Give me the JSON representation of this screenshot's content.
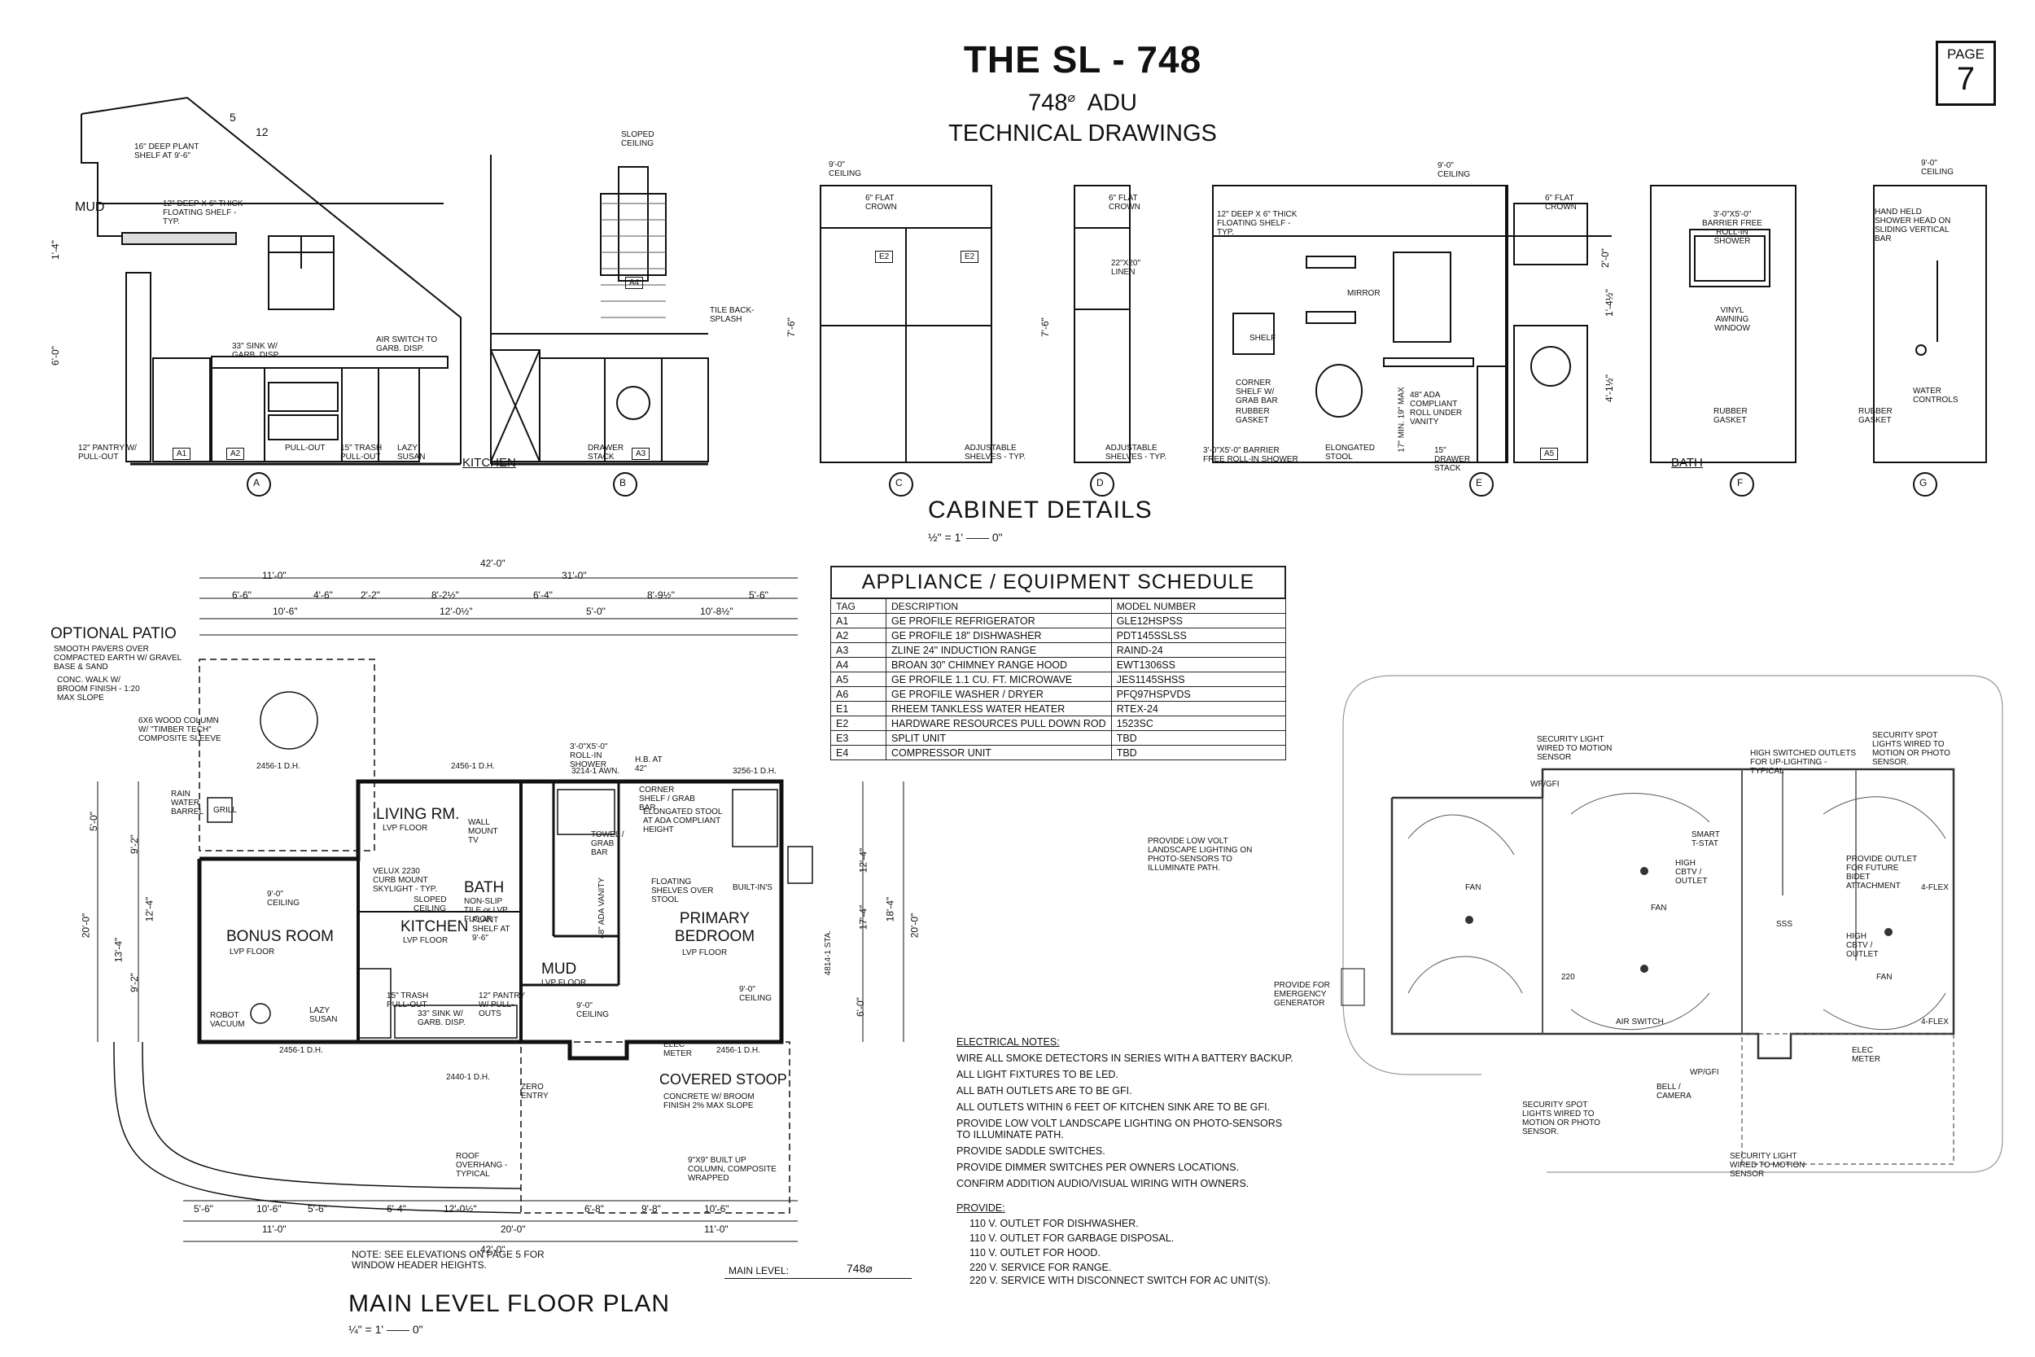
{
  "header": {
    "title": "THE SL - 748",
    "size": "748",
    "unit_symbol": "⌀",
    "size_suffix": "ADU",
    "subtitle": "TECHNICAL DRAWINGS",
    "page_label": "PAGE",
    "page_number": "7"
  },
  "cabinet": {
    "title": "CABINET DETAILS",
    "scale": "½\" = 1' —— 0\"",
    "elevations": [
      "A",
      "B",
      "C",
      "D",
      "E",
      "F",
      "G"
    ],
    "labels": {
      "mud": "MUD",
      "kitchen": "KITCHEN",
      "bath": "BATH",
      "roof_pitch_run": "12",
      "roof_pitch_rise": "5",
      "plant_shelf": "16\" DEEP PLANT SHELF AT 9'-6\"",
      "floating_shelf": "12\" DEEP x 6\" THICK FLOATING SHELF - TYP.",
      "sink": "33\" SINK W/ GARB. DISP.",
      "air_switch": "AIR SWITCH TO GARB. DISP.",
      "pull_out": "PULL-OUT",
      "trash": "15\" TRASH PULL-OUT",
      "lazy_susan": "LAZY SUSAN",
      "pantry": "12\" PANTRY W/ PULL-OUT",
      "sloped_ceiling": "SLOPED CEILING",
      "tile_backsplash": "TILE BACK-SPLASH",
      "drawer_stack": "DRAWER STACK",
      "ceiling_9": "9'-0\" CEILING",
      "flat_crown": "6\" FLAT CROWN",
      "linen": "22\"x20\" LINEN",
      "adj_shelves": "ADJUSTABLE SHELVES - TYP.",
      "mirror": "MIRROR",
      "shelf": "SHELF",
      "corner_shelf": "CORNER SHELF W/ GRAB BAR",
      "rubber_gasket": "RUBBER GASKET",
      "barrier": "3'-0\"x5'-0\" BARRIER FREE ROLL-IN SHOWER",
      "elongated": "ELONGATED STOOL",
      "vanity": "48\" ADA COMPLIANT ROLL UNDER VANITY",
      "drawer15": "15\" DRAWER STACK",
      "awning": "VINYL AWNING WINDOW",
      "handheld": "HAND HELD SHOWER HEAD ON SLIDING VERTICAL BAR",
      "water": "WATER CONTROLS",
      "dims": [
        "1'-4\"",
        "6'-0\"",
        "7'-6\"",
        "7'-6\"",
        "2'-0\"",
        "1'-4½\"",
        "4'-1½\"",
        "17\" MIN. 19\" MAX"
      ],
      "tags": [
        "A1",
        "A2",
        "A3",
        "A4",
        "A5",
        "E2",
        "E2"
      ]
    }
  },
  "schedule": {
    "title": "APPLIANCE / EQUIPMENT SCHEDULE",
    "columns": [
      "TAG",
      "DESCRIPTION",
      "MODEL NUMBER"
    ],
    "rows": [
      [
        "A1",
        "GE PROFILE REFRIGERATOR",
        "GLE12HSPSS"
      ],
      [
        "A2",
        "GE PROFILE 18\" DISHWASHER",
        "PDT145SSLSS"
      ],
      [
        "A3",
        "ZLINE 24\" INDUCTION RANGE",
        "RAIND-24"
      ],
      [
        "A4",
        "BROAN 30\" CHIMNEY RANGE HOOD",
        "EWT1306SS"
      ],
      [
        "A5",
        "GE PROFILE 1.1 cu. ft. MICROWAVE",
        "JES1145SHSS"
      ],
      [
        "A6",
        "GE PROFILE WASHER / DRYER",
        "PFQ97HSPVDS"
      ],
      [
        "E1",
        "RHEEM TANKLESS WATER HEATER",
        "RTEX-24"
      ],
      [
        "E2",
        "HARDWARE RESOURCES PULL DOWN ROD",
        "1523SC"
      ],
      [
        "E3",
        "SPLIT UNIT",
        "TBD"
      ],
      [
        "E4",
        "COMPRESSOR UNIT",
        "TBD"
      ]
    ]
  },
  "floor_plan": {
    "title": "MAIN LEVEL FLOOR PLAN",
    "scale": "¼\" = 1' —— 0\"",
    "main_level_label": "MAIN LEVEL:",
    "main_level_value": "748⌀",
    "note": "NOTE:  SEE ELEVATIONS ON PAGE 5 FOR WINDOW HEADER HEIGHTS.",
    "rooms": [
      {
        "name": "LIVING RM.",
        "floor": "LVP FLOOR"
      },
      {
        "name": "BONUS ROOM",
        "floor": "LVP FLOOR"
      },
      {
        "name": "KITCHEN",
        "floor": "LVP FLOOR"
      },
      {
        "name": "BATH",
        "floor": "NON-SLIP TILE or LVP FLOOR"
      },
      {
        "name": "MUD",
        "floor": "LVP FLOOR"
      },
      {
        "name": "PRIMARY BEDROOM",
        "floor": "LVP FLOOR"
      }
    ],
    "optional_patio": "OPTIONAL PATIO",
    "patio_note": "SMOOTH PAVERS OVER COMPACTED EARTH W/ GRAVEL BASE & SAND",
    "covered_stoop": "COVERED STOOP",
    "stoop_note": "CONCRETE W/ BROOM FINISH 2% MAX SLOPE",
    "annotations": [
      "CONC. WALK W/ BROOM FINISH - 1:20 MAX SLOPE",
      "6x6 WOOD COLUMN W/ \"TIMBER TECH\" COMPOSITE SLEEVE",
      "RAIN WATER BARREL",
      "GRILL",
      "ROBOT VACUUM",
      "LAZY SUSAN",
      "VELUX 2230 CURB MOUNT SKYLIGHT - TYP.",
      "SLOPED CEILING",
      "WALL MOUNT TV",
      "PLANT SHELF AT 9'-6\"",
      "15\" TRASH PULL-OUT",
      "33\" SINK W/ GARB. DISP.",
      "12\" PANTRY W/ PULL-OUTS",
      "3'-0\"x5'-0\" ROLL-IN SHOWER",
      "H.B. AT 42\"",
      "CORNER SHELF / GRAB BAR",
      "ELONGATED STOOL AT ADA COMPLIANT HEIGHT",
      "TOWEL / GRAB BAR",
      "FLOATING SHELVES OVER STOOL",
      "BUILT-IN'S",
      "48\" ADA VANITY",
      "9'-0\" CEILING",
      "ELEC METER",
      "ZERO ENTRY",
      "ROOF OVERHANG - TYPICAL",
      "9\"x9\" BUILT UP COLUMN, COMPOSITE WRAPPED",
      "2456-1 D.H.",
      "3214-1 AWN.",
      "3256-1 D.H.",
      "2440-1 D.H.",
      "4814-1 STA."
    ],
    "dims_top": [
      "42'-0\"",
      "11'-0\"",
      "31'-0\"",
      "6'-6\"",
      "4'-6\"",
      "2'-2\"",
      "8'-2½\"",
      "6'-4\"",
      "8'-9½\"",
      "5'-6\"",
      "10'-6\"",
      "12'-0½\"",
      "5'-0\"",
      "10'-8½\""
    ],
    "dims_bottom": [
      "10'-6\"",
      "5'-6\"",
      "5'-6\"",
      "6'-4\"",
      "12'-0½\"",
      "6'-8\"",
      "9'-8\"",
      "10'-6\"",
      "11'-0\"",
      "20'-0\"",
      "11'-0\"",
      "42'-0\""
    ],
    "dims_side": [
      "5'-0\"",
      "9'-2\"",
      "20'-0\"",
      "13'-4\"",
      "12'-4\"",
      "9'-2\"",
      "12'-4\"",
      "17'-4\"",
      "18'-4\"",
      "20'-0\"",
      "6'-0\""
    ]
  },
  "electrical": {
    "notes_title": "ELECTRICAL NOTES:",
    "notes": [
      "WIRE ALL SMOKE DETECTORS IN SERIES WITH A BATTERY BACKUP.",
      "ALL LIGHT FIXTURES TO BE LED.",
      "ALL BATH OUTLETS ARE TO BE GFI.",
      "ALL OUTLETS WITHIN 6 FEET OF KITCHEN SINK ARE TO BE GFI.",
      "PROVIDE LOW VOLT LANDSCAPE LIGHTING ON PHOTO-SENSORS TO ILLUMINATE PATH.",
      "PROVIDE SADDLE SWITCHES.",
      "PROVIDE DIMMER SWITCHES PER OWNERS LOCATIONS.",
      "CONFIRM ADDITION AUDIO/VISUAL WIRING WITH OWNERS."
    ],
    "provide_title": "PROVIDE:",
    "provide": [
      "110 V. OUTLET FOR DISHWASHER.",
      "110 V. OUTLET FOR GARBAGE DISPOSAL.",
      "110 V. OUTLET FOR HOOD.",
      "220 V. SERVICE FOR RANGE.",
      "220 V. SERVICE WITH DISCONNECT SWITCH FOR AC UNIT(S)."
    ],
    "plan_labels": [
      "SECURITY LIGHT WIRED TO MOTION SENSOR",
      "HIGH SWITCHED OUTLETS FOR UP-LIGHTING - TYPICAL",
      "SECURITY SPOT LIGHTS WIRED TO MOTION or PHOTO SENSOR.",
      "PROVIDE LOW VOLT LANDSCAPE LIGHTING ON PHOTO-SENSORS TO ILLUMINATE PATH.",
      "WP/GFI",
      "SMART T-STAT",
      "HIGH CBTV / OUTLET",
      "PROVIDE OUTLET FOR FUTURE BIDET ATTACHMENT",
      "4-FLEX",
      "FAN",
      "PROVIDE FOR EMERGENCY GENERATOR",
      "220",
      "AIR SWITCH",
      "ELEC METER",
      "BELL / CAMERA",
      "SECURITY SPOT LIGHTS WIRED TO MOTION or PHOTO SENSOR.",
      "SECURITY LIGHT WIRED TO MOTION SENSOR",
      "SSS"
    ]
  }
}
